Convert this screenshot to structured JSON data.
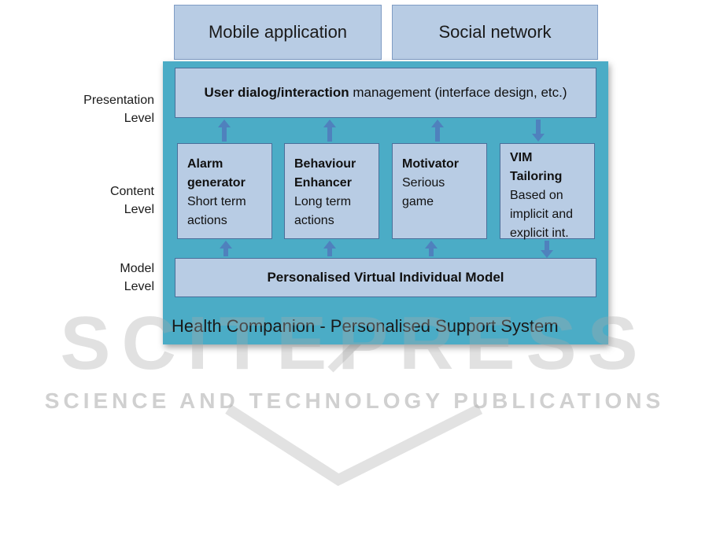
{
  "top": {
    "mobile_app": "Mobile application",
    "social_network": "Social network"
  },
  "levels": {
    "presentation": [
      "Presentation",
      "Level"
    ],
    "content": [
      "Content",
      "Level"
    ],
    "model": [
      "Model",
      "Level"
    ]
  },
  "presentation_box": {
    "bold": "User dialog/interaction",
    "rest": " management (interface design, etc.)"
  },
  "content_boxes": [
    {
      "title_1": "Alarm",
      "title_2": "generator",
      "desc_1": "Short term",
      "desc_2": "actions"
    },
    {
      "title_1": "Behaviour",
      "title_2": "Enhancer",
      "desc_1": "Long term",
      "desc_2": "actions"
    },
    {
      "title_1": "Motivator",
      "desc_1": "Serious",
      "desc_2": "game"
    },
    {
      "title_1": "VIM",
      "title_2": "Tailoring",
      "desc_1": "Based on",
      "desc_2": "implicit and",
      "desc_3": "explicit int."
    }
  ],
  "model_box": "Personalised Virtual Individual Model",
  "footer": "Health Companion - Personalised Support System",
  "watermark": {
    "main": "SCITEPRESS",
    "sub": "SCIENCE AND TECHNOLOGY PUBLICATIONS"
  },
  "colors": {
    "panel": "#4bacc6",
    "box_fill": "#b8cce4",
    "arrow": "#4f81bd"
  }
}
